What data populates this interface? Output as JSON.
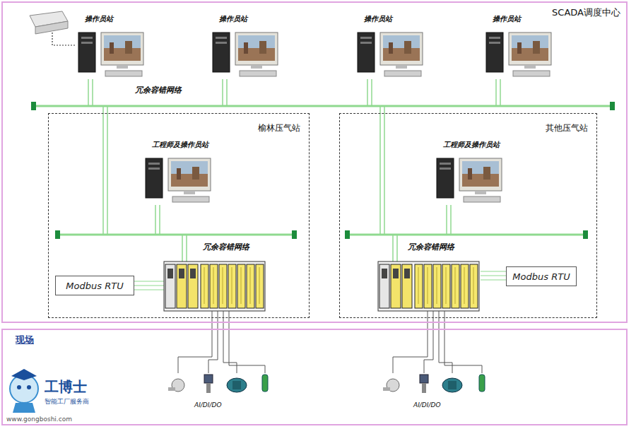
{
  "diagram": {
    "nodes": [
      {
        "text": [
          "SCADA调度中心"
        ]
      },
      {
        "text": [
          "操作员站"
        ],
        "in": 0
      },
      {
        "text": [
          "操作员站"
        ],
        "in": 0
      },
      {
        "text": [
          "操作员站"
        ],
        "in": 0
      },
      {
        "text": [
          "操作员站"
        ],
        "in": 0
      },
      {
        "text": [
          "榆林压气站"
        ],
        "in": 0
      },
      {
        "text": [
          "工程师及操作员站"
        ],
        "in": 5
      },
      {
        "text": [
          "Modbus RTU"
        ],
        "in": 5
      },
      {
        "text": [
          "其他压气站"
        ],
        "in": 0
      },
      {
        "text": [
          "工程师及操作员站"
        ],
        "in": 8
      },
      {
        "text": [
          "Modbus RTU"
        ],
        "in": 8
      },
      {
        "text": [
          "现场"
        ]
      }
    ],
    "labels": [
      "冗余容错网络",
      "冗余容错网络",
      "冗余容错网络",
      "AI/DI/DO",
      "AI/DI/DO",
      "工博士",
      "智能工厂服务商",
      "www.gongboshi.com"
    ]
  }
}
